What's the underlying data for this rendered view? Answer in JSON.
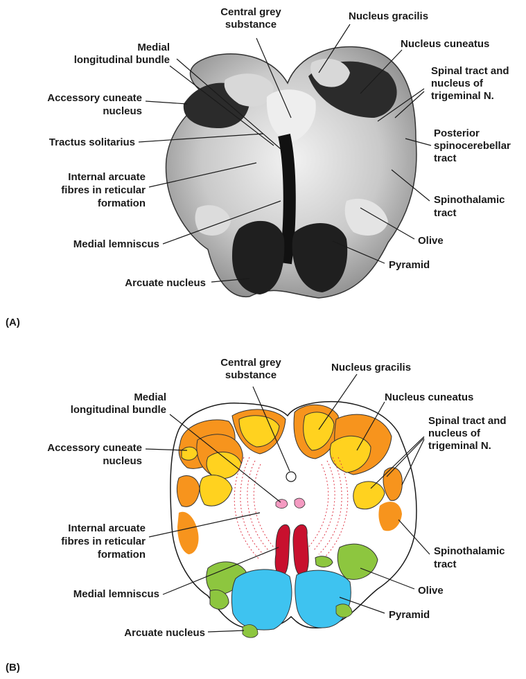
{
  "panels": {
    "a": "(A)",
    "b": "(B)"
  },
  "labels": {
    "central_grey": [
      "Central grey",
      "substance"
    ],
    "nucleus_gracilis": "Nucleus gracilis",
    "nucleus_cuneatus": "Nucleus cuneatus",
    "medial_longitudinal": [
      "Medial",
      "longitudinal bundle"
    ],
    "spinal_trigeminal": [
      "Spinal tract and",
      "nucleus of",
      "trigeminal N."
    ],
    "accessory_cuneate": [
      "Accessory cuneate",
      "nucleus"
    ],
    "tractus_solitarius": "Tractus solitarius",
    "posterior_spinocerebellar": [
      "Posterior",
      "spinocerebellar",
      "tract"
    ],
    "internal_arcuate": [
      "Internal arcuate",
      "fibres in reticular",
      "formation"
    ],
    "spinothalamic": [
      "Spinothalamic",
      "tract"
    ],
    "medial_lemniscus": "Medial lemniscus",
    "olive": "Olive",
    "pyramid": "Pyramid",
    "arcuate_nucleus": "Arcuate nucleus"
  },
  "colors": {
    "gracilis_yellow": "#ffd21f",
    "cuneatus_orange": "#f7941d",
    "pyramid_blue": "#3ec3f0",
    "lemniscus_red": "#c8102e",
    "olive_green": "#8dc63f",
    "mlf_pink": "#f49ac1",
    "fibres_dash": "#e03a4a"
  }
}
